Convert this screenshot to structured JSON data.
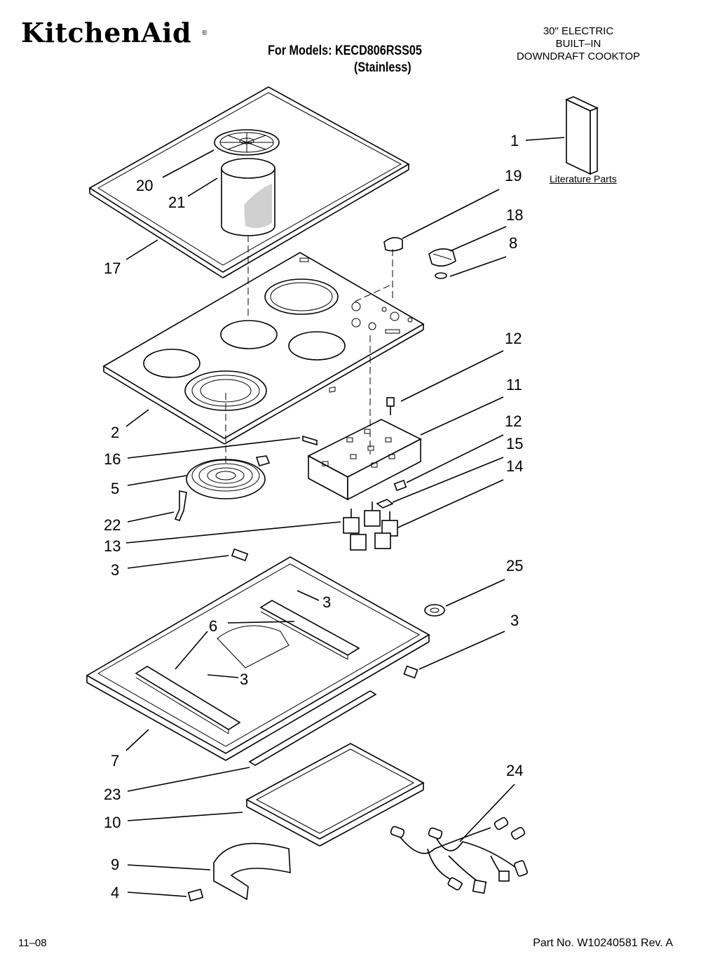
{
  "header": {
    "brand": "KitchenAid",
    "brand_mark": "®",
    "models_line": "For Models: KECD806RSS05",
    "models_sub": "(Stainless)",
    "description": [
      "30\" ELECTRIC",
      "BUILT–IN",
      "DOWNDRAFT COOKTOP"
    ]
  },
  "literature_label": "Literature Parts",
  "callouts": [
    {
      "id": "c1",
      "text": "1"
    },
    {
      "id": "c19",
      "text": "19"
    },
    {
      "id": "c18",
      "text": "18"
    },
    {
      "id": "c8",
      "text": "8"
    },
    {
      "id": "c20",
      "text": "20"
    },
    {
      "id": "c21",
      "text": "21"
    },
    {
      "id": "c17",
      "text": "17"
    },
    {
      "id": "c12a",
      "text": "12"
    },
    {
      "id": "c11",
      "text": "11"
    },
    {
      "id": "c12b",
      "text": "12"
    },
    {
      "id": "c15",
      "text": "15"
    },
    {
      "id": "c14",
      "text": "14"
    },
    {
      "id": "c2",
      "text": "2"
    },
    {
      "id": "c16",
      "text": "16"
    },
    {
      "id": "c5",
      "text": "5"
    },
    {
      "id": "c22",
      "text": "22"
    },
    {
      "id": "c13",
      "text": "13"
    },
    {
      "id": "c3a",
      "text": "3"
    },
    {
      "id": "c3b",
      "text": "3"
    },
    {
      "id": "c25",
      "text": "25"
    },
    {
      "id": "c3c",
      "text": "3"
    },
    {
      "id": "c6",
      "text": "6"
    },
    {
      "id": "c3d",
      "text": "3"
    },
    {
      "id": "c7",
      "text": "7"
    },
    {
      "id": "c24",
      "text": "24"
    },
    {
      "id": "c23",
      "text": "23"
    },
    {
      "id": "c10",
      "text": "10"
    },
    {
      "id": "c9",
      "text": "9"
    },
    {
      "id": "c4",
      "text": "4"
    }
  ],
  "footer": {
    "date": "11–08",
    "part_no": "Part No. W10240581 Rev. A"
  }
}
